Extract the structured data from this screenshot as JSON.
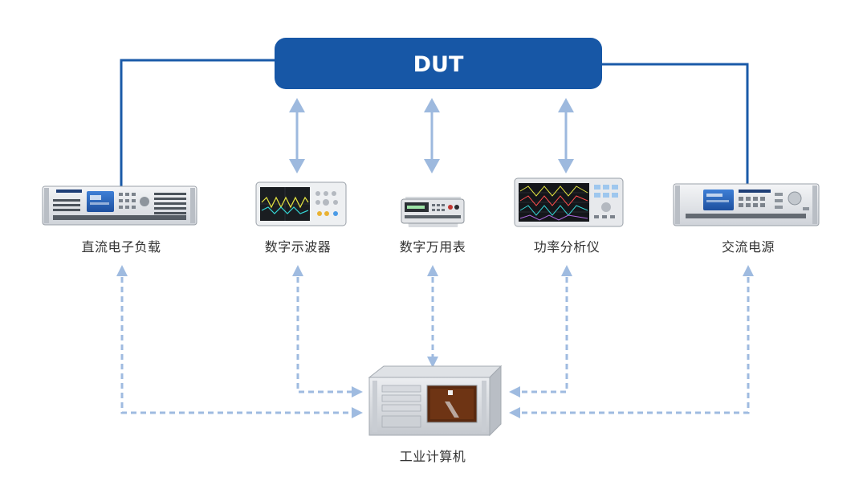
{
  "dut": {
    "label": "DUT"
  },
  "devices": {
    "dc_load": {
      "label": "直流电子负载",
      "icon": "dc-electronic-load-icon"
    },
    "oscilloscope": {
      "label": "数字示波器",
      "icon": "digital-oscilloscope-icon"
    },
    "multimeter": {
      "label": "数字万用表",
      "icon": "digital-multimeter-icon"
    },
    "power_analyzer": {
      "label": "功率分析仪",
      "icon": "power-analyzer-icon"
    },
    "ac_source": {
      "label": "交流电源",
      "icon": "ac-power-source-icon"
    },
    "ipc": {
      "label": "工业计算机",
      "icon": "industrial-computer-icon"
    }
  },
  "colors": {
    "dut_fill": "#1757a6",
    "power_line": "#1a5aa8",
    "signal_arrow": "#9db9de",
    "control_line": "#9fbbe0"
  }
}
